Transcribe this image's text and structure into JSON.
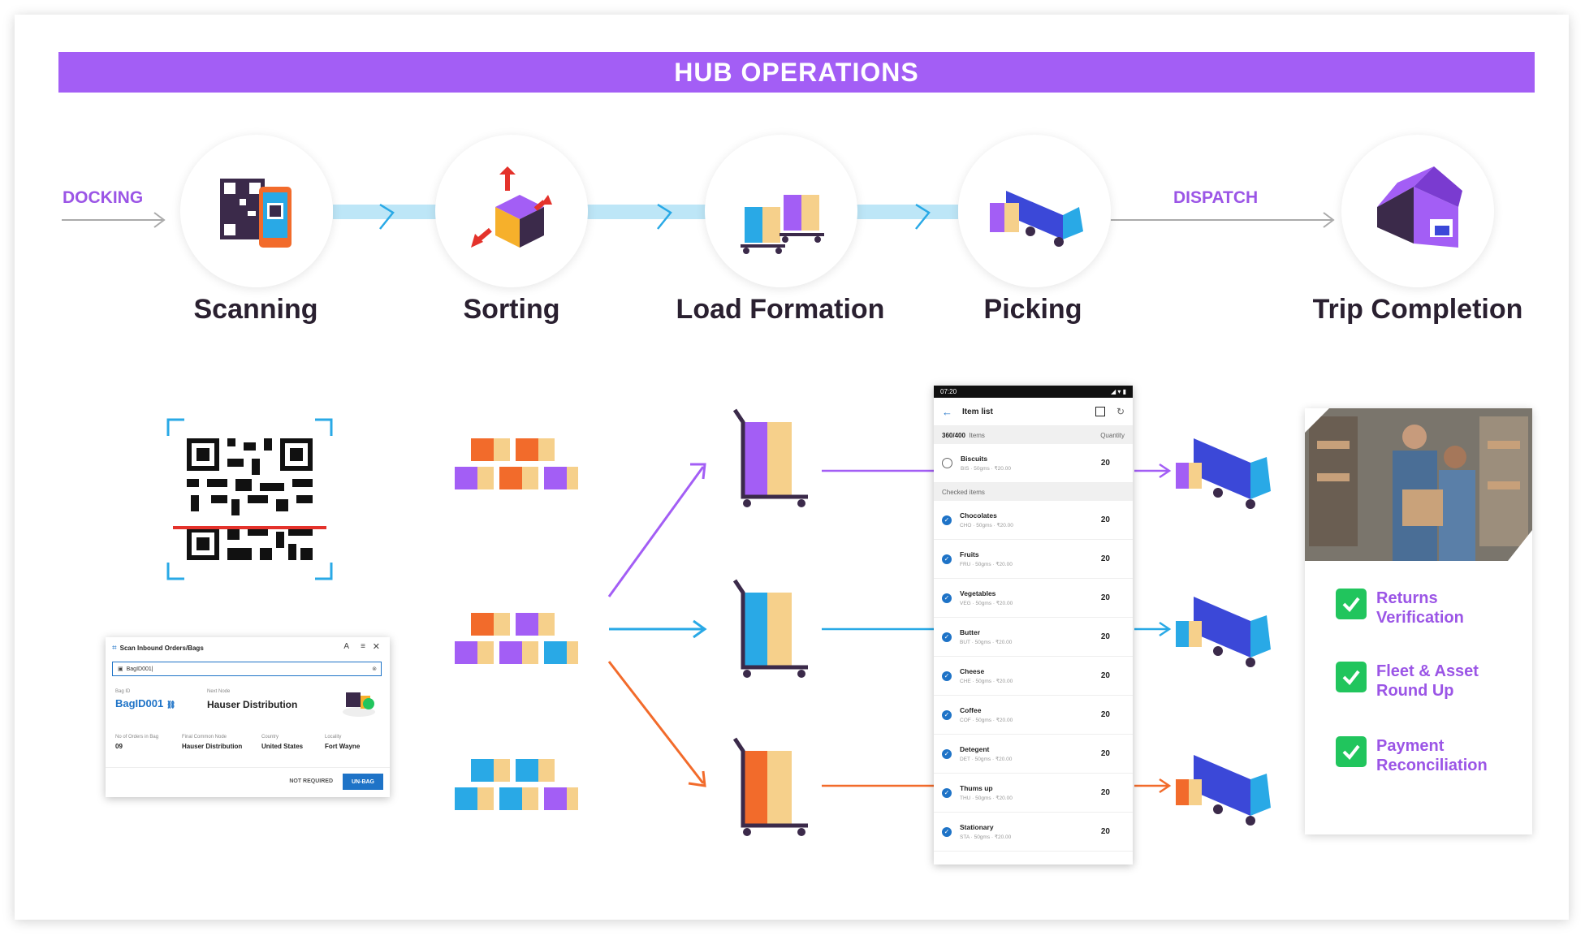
{
  "banner": {
    "title": "HUB OPERATIONS"
  },
  "flow": {
    "docking": "DOCKING",
    "dispatch": "DISPATCH"
  },
  "stages": [
    "Scanning",
    "Sorting",
    "Load Formation",
    "Picking",
    "Trip Completion"
  ],
  "colors": {
    "banner": "#a35ef5",
    "purple": "#a35ef5",
    "blue": "#29a9e6",
    "orange": "#f26b2b",
    "check": "#21c55d"
  },
  "dialog": {
    "title": "Scan Inbound Orders/Bags",
    "input_value": "BagID001|",
    "bag_id_label": "Bag ID",
    "bag_id": "BagID001",
    "next_node_label": "Next Node",
    "next_node": "Hauser Distribution",
    "fields": [
      {
        "label": "No of Orders in Bag",
        "value": "09"
      },
      {
        "label": "Final Common Node",
        "value": "Hauser Distribution"
      },
      {
        "label": "Country",
        "value": "United States"
      },
      {
        "label": "Locality",
        "value": "Fort Wayne"
      }
    ],
    "secondary_button": "NOT REQUIRED",
    "primary_button": "UN-BAG"
  },
  "phone": {
    "time": "07:20",
    "title": "Item list",
    "count": "360/400",
    "items_label": "Items",
    "quantity_label": "Quantity",
    "unchecked": {
      "name": "Biscuits",
      "meta": "BIS · 50gms · ₹20.00",
      "qty": "20"
    },
    "checked_label": "Checked items",
    "checked": [
      {
        "name": "Chocolates",
        "meta": "CHO · 50gms · ₹20.00",
        "qty": "20"
      },
      {
        "name": "Fruits",
        "meta": "FRU · 50gms · ₹20.00",
        "qty": "20"
      },
      {
        "name": "Vegetables",
        "meta": "VEG · 50gms · ₹20.00",
        "qty": "20"
      },
      {
        "name": "Butter",
        "meta": "BUT · 50gms · ₹20.00",
        "qty": "20"
      },
      {
        "name": "Cheese",
        "meta": "CHE · 50gms · ₹20.00",
        "qty": "20"
      },
      {
        "name": "Coffee",
        "meta": "COF · 50gms · ₹20.00",
        "qty": "20"
      },
      {
        "name": "Detegent",
        "meta": "DET · 50gms · ₹20.00",
        "qty": "20"
      },
      {
        "name": "Thums up",
        "meta": "THU · 50gms · ₹20.00",
        "qty": "20"
      },
      {
        "name": "Stationary",
        "meta": "STA · 50gms · ₹20.00",
        "qty": "20"
      }
    ]
  },
  "completion": [
    "Returns\nVerification",
    "Fleet & Asset\nRound Up",
    "Payment\nReconciliation"
  ]
}
